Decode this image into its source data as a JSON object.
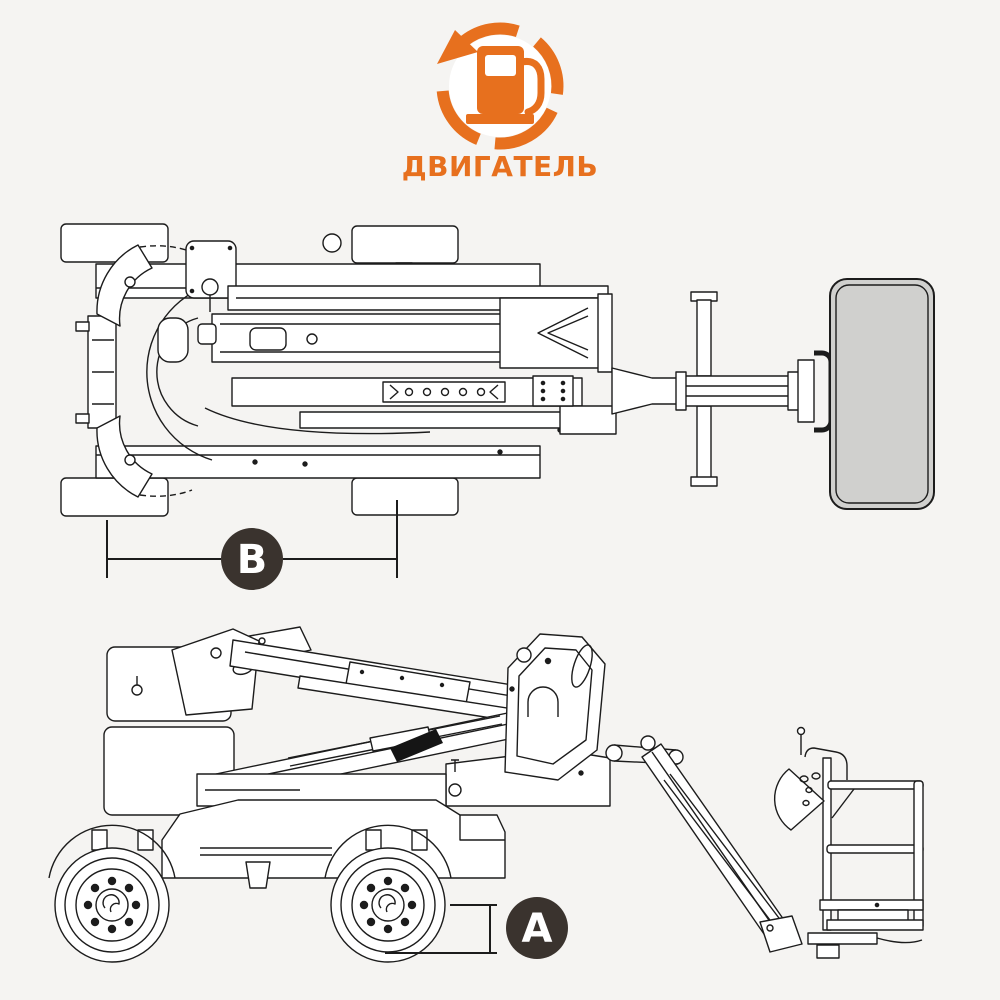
{
  "page": {
    "background_color": "#F5F4F2"
  },
  "header": {
    "title": "ДВИГАТЕЛЬ",
    "icon": "fuel-pump-recycle-icon",
    "accent_color": "#E7701E"
  },
  "diagram": {
    "type": "technical-drawing",
    "subject": "articulated boom lift",
    "line_color": "#1C1C1C",
    "platform_fill_color": "#D0D0CE",
    "badge": {
      "background_color": "#3A332E",
      "text_color": "#FFFFFF"
    },
    "views": [
      {
        "id": "top-view",
        "dimension_label": "B"
      },
      {
        "id": "side-view",
        "dimension_label": "A"
      }
    ]
  }
}
